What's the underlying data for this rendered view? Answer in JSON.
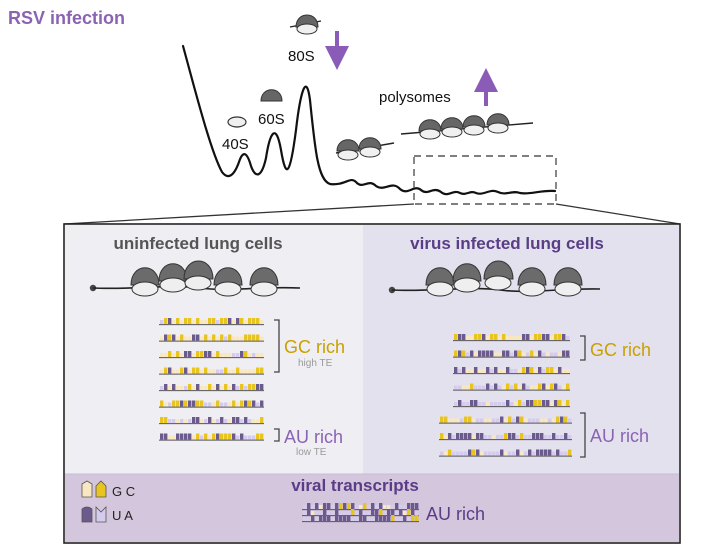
{
  "title": "RSV infection",
  "profile": {
    "labels": {
      "s40": "40S",
      "s60": "60S",
      "s80": "80S",
      "polysomes": "polysomes"
    }
  },
  "panels": {
    "uninfected": {
      "title": "uninfected lung cells",
      "gc_label": "GC rich",
      "gc_sub": "high TE",
      "au_label": "AU rich",
      "au_sub": "low TE"
    },
    "infected": {
      "title": "virus infected lung cells",
      "gc_label": "GC rich",
      "au_label": "AU rich"
    }
  },
  "viral": {
    "title": "viral transcripts",
    "au_label": "AU rich"
  },
  "legend": {
    "gc": "G C",
    "ua": "U A"
  },
  "colors": {
    "title_purple": "#8a63b3",
    "panel_title_gray": "#555555",
    "panel_title_purple": "#5a3d86",
    "gc_gold": "#c9a000",
    "au_purple": "#8a63b3",
    "te_gray": "#9a9a9a",
    "arrow_purple": "#8a5cb8",
    "ribosome_dark": "#6b6b6b",
    "ribosome_light": "#efefef",
    "g_fill": "#e8c51e",
    "c_fill": "#f8e7c0",
    "u_fill": "#6a5a8e",
    "a_fill": "#d5cbee"
  }
}
